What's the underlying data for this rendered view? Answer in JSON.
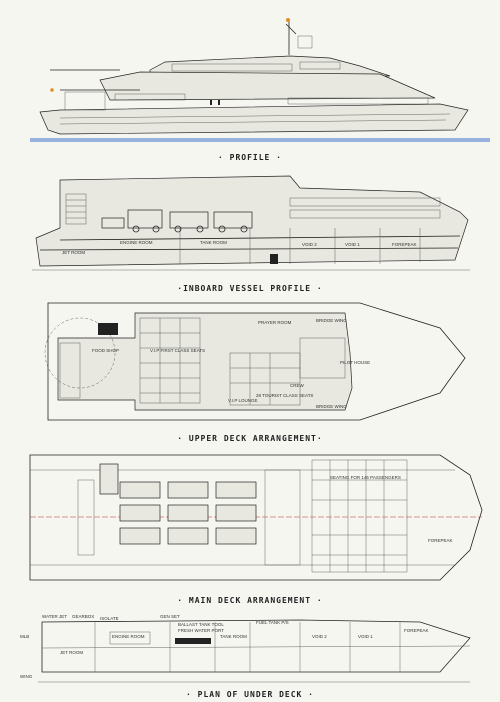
{
  "titles": {
    "profile": "· PROFILE ·",
    "inboard": "·INBOARD VESSEL PROFILE ·",
    "upper": "· UPPER DECK ARRANGEMENT·",
    "main": "· MAIN DECK ARRANGEMENT ·",
    "under": "· PLAN OF UNDER DECK ·"
  },
  "inboard_labels": {
    "engine_room": "ENGINE ROOM",
    "tank_room": "TANK ROOM",
    "void2": "VOID 2",
    "void1": "VOID 1",
    "forepeak": "FOREPEAK",
    "jet_room": "JET ROOM"
  },
  "upper_labels": {
    "vip_first": "V.I.P FIRST CLASS SEATS",
    "tourist": "28 TOURIST CLASS SEATS",
    "prayer_room": "PRAYER ROOM",
    "bridge_wing_top": "BRIDGE WING",
    "bridge_wing_bottom": "BRIDGE WING",
    "pilot_house": "PILOT HOUSE",
    "crew": "CREW",
    "vip_lounge": "V.I.P LOUNGE",
    "food_shop": "FOOD SHOP"
  },
  "main_labels": {
    "seating": "SEATING FOR 145 PASSENGERS",
    "forepeak": "FOREPEAK"
  },
  "under_labels": {
    "water_jet": "WATER JET",
    "gearbox": "GEARBOX",
    "isolate": "ISOLATE",
    "gen_set": "GEN SET",
    "ballast_tank": "BALLAST TANK TOOL",
    "fresh_water": "FRESH WATER PORT",
    "fuel_tank": "FUEL TANK P/S",
    "tank_room": "TANK ROOM",
    "void2": "VOID 2",
    "void1": "VOID 1",
    "forepeak": "FOREPEAK",
    "jet_room": "JET ROOM",
    "engine_room": "ENGINE ROOM",
    "mlb": "MLB",
    "wing": "WING"
  }
}
